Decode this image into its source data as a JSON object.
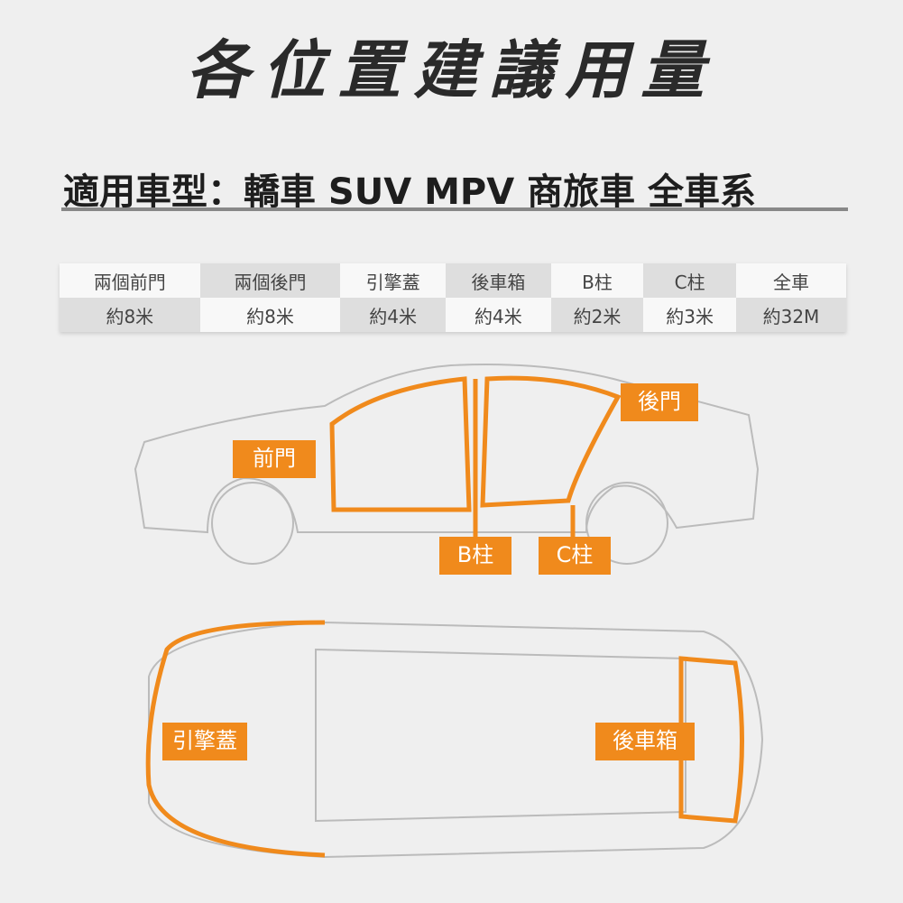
{
  "title": "各位置建議用量",
  "subtitle": "適用車型：轎車 SUV  MPV  商旅車 全車系",
  "table": {
    "headers": [
      "兩個前門",
      "兩個後門",
      "引擎蓋",
      "後車箱",
      "B柱",
      "C柱",
      "全車"
    ],
    "values": [
      "約8米",
      "約8米",
      "約4米",
      "約4米",
      "約2米",
      "約3米",
      "約32M"
    ]
  },
  "labels": {
    "front_door": "前門",
    "rear_door": "後門",
    "b_pillar": "B柱",
    "c_pillar": "C柱",
    "hood": "引擎蓋",
    "trunk": "後車箱"
  },
  "accent": "#f08a1c"
}
